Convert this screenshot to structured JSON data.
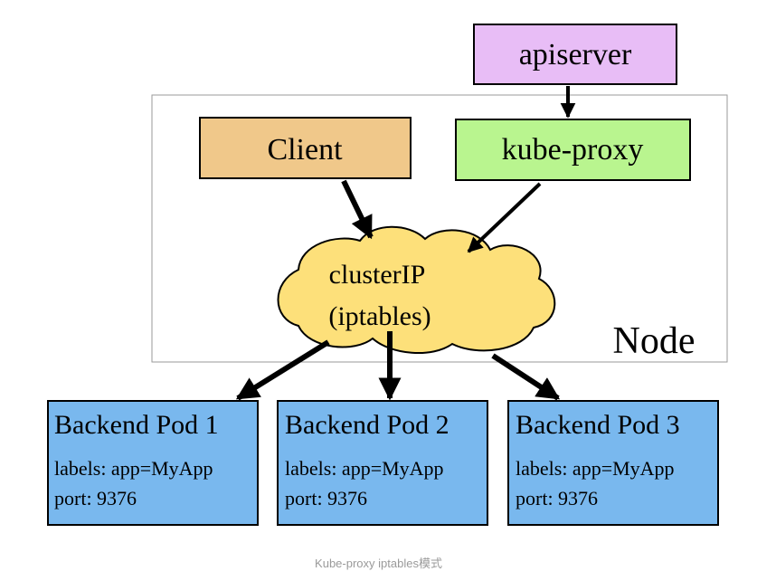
{
  "diagram": {
    "node_label": "Node",
    "apiserver": {
      "label": "apiserver",
      "color": "#e8bdf6"
    },
    "client": {
      "label": "Client",
      "color": "#f0c88a"
    },
    "kube_proxy": {
      "label": "kube-proxy",
      "color": "#b9f58f"
    },
    "cluster_ip": {
      "line1": "clusterIP",
      "line2": "(iptables)",
      "color": "#fde07a"
    },
    "pod_color": "#79b8ee",
    "pods": [
      {
        "title": "Backend Pod 1",
        "labels": "labels: app=MyApp",
        "port": "port: 9376"
      },
      {
        "title": "Backend Pod 2",
        "labels": "labels: app=MyApp",
        "port": "port: 9376"
      },
      {
        "title": "Backend Pod 3",
        "labels": "labels: app=MyApp",
        "port": "port: 9376"
      }
    ]
  },
  "caption": "Kube-proxy iptables模式"
}
